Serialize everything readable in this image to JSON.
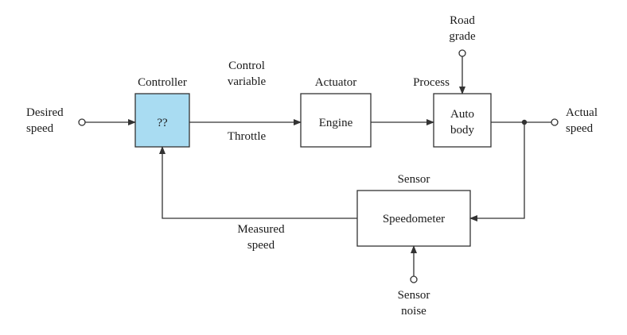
{
  "colors": {
    "controller_fill": "#a9dcf2",
    "stroke": "#333333",
    "text": "#1a1a1a"
  },
  "labels": {
    "desired_speed_1": "Desired",
    "desired_speed_2": "speed",
    "controller_title": "Controller",
    "controller_value": "??",
    "control_variable_1": "Control",
    "control_variable_2": "variable",
    "throttle": "Throttle",
    "actuator_title": "Actuator",
    "engine": "Engine",
    "process_title": "Process",
    "auto_body_1": "Auto",
    "auto_body_2": "body",
    "road_grade_1": "Road",
    "road_grade_2": "grade",
    "actual_speed_1": "Actual",
    "actual_speed_2": "speed",
    "sensor_title": "Sensor",
    "speedometer": "Speedometer",
    "measured_speed_1": "Measured",
    "measured_speed_2": "speed",
    "sensor_noise_1": "Sensor",
    "sensor_noise_2": "noise"
  }
}
